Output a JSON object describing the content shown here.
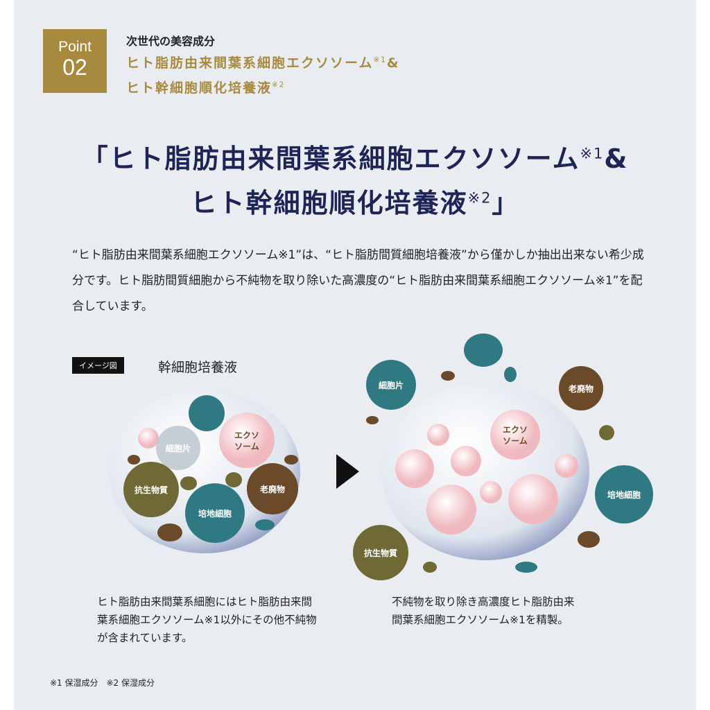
{
  "badge": {
    "label": "Point",
    "number": "02"
  },
  "header": {
    "subtitle": "次世代の美容成分",
    "line1": "ヒト脂肪由来間葉系細胞エクソソーム",
    "line1_note": "※1",
    "line1_amp": "&",
    "line2": "ヒト幹細胞順化培養液",
    "line2_note": "※2"
  },
  "title": {
    "line1": "「ヒト脂肪由来間葉系細胞エクソソーム",
    "line1_note": "※1",
    "line1_amp": "&",
    "line2": "ヒト幹細胞順化培養液",
    "line2_note": "※2",
    "line2_end": "」"
  },
  "body": "“ヒト脂肪由来間葉系細胞エクソソーム※1”は、“ヒト脂肪間質細胞培養液”から僅かしか抽出出来ない希少成分です。ヒト脂肪間質細胞から不純物を取り除いた高濃度の“ヒト脂肪由来間葉系細胞エクソソーム※1”を配合しています。",
  "figure": {
    "tag": "イメージ図",
    "caption": "幹細胞培養液",
    "labels": {
      "fragment": "細胞片",
      "exosome1": "エクソ",
      "exosome2": "ソーム",
      "antibiotic": "抗生物質",
      "waste": "老廃物",
      "medium": "培地細胞"
    }
  },
  "desc_left": "ヒト脂肪由来間葉系細胞にはヒト脂肪由来間葉系細胞エクソソーム※1以外にその他不純物が含まれています。",
  "desc_right": "不純物を取り除き高濃度ヒト脂肪由来間葉系細胞エクソソーム※1を精製。",
  "footnote": "※1 保湿成分　※2 保湿成分",
  "colors": {
    "gold": "#a88a3f",
    "navy": "#1e2456",
    "teal": "#2f7a82",
    "brown": "#6b4a2a",
    "olive": "#6f6a35",
    "pink": "#f2c4c8"
  }
}
